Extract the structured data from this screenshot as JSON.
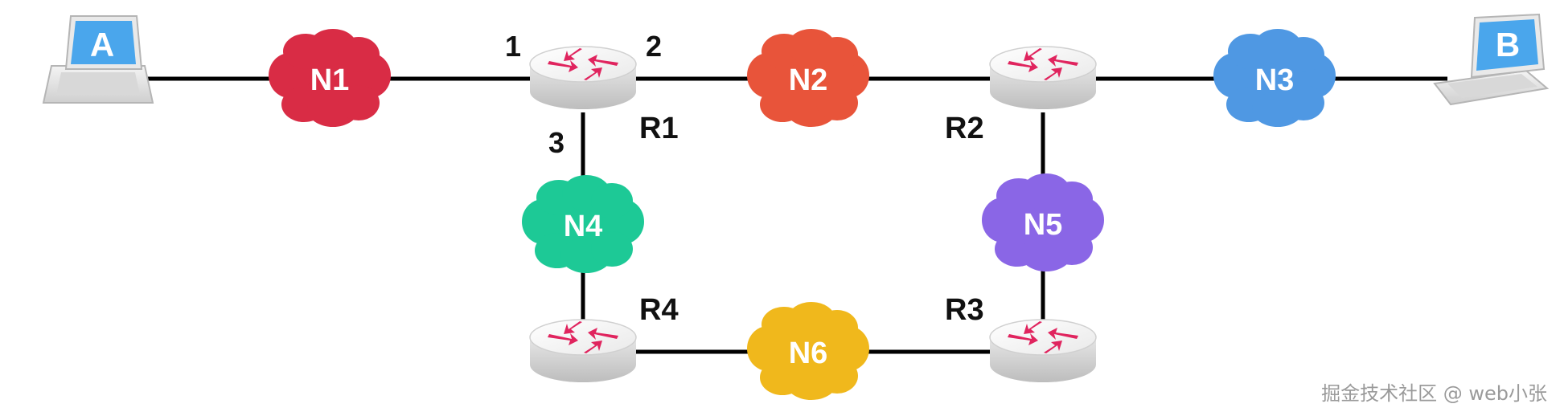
{
  "endpoints": [
    {
      "id": "A",
      "label": "A",
      "screen_color": "#4aa6ec"
    },
    {
      "id": "B",
      "label": "B",
      "screen_color": "#4aa6ec"
    }
  ],
  "networks": [
    {
      "id": "N1",
      "label": "N1",
      "color": "#d92c45"
    },
    {
      "id": "N2",
      "label": "N2",
      "color": "#e8543a"
    },
    {
      "id": "N3",
      "label": "N3",
      "color": "#4f98e3"
    },
    {
      "id": "N4",
      "label": "N4",
      "color": "#1dc996"
    },
    {
      "id": "N5",
      "label": "N5",
      "color": "#8a66e6"
    },
    {
      "id": "N6",
      "label": "N6",
      "color": "#f0b81c"
    }
  ],
  "routers": [
    {
      "id": "R1",
      "label": "R1"
    },
    {
      "id": "R2",
      "label": "R2"
    },
    {
      "id": "R3",
      "label": "R3"
    },
    {
      "id": "R4",
      "label": "R4"
    }
  ],
  "interfaces": [
    {
      "id": "r1-if1",
      "label": "1"
    },
    {
      "id": "r1-if2",
      "label": "2"
    },
    {
      "id": "r1-if3",
      "label": "3"
    }
  ],
  "watermark": "掘金技术社区 @ web小张",
  "colors": {
    "link": "#000000",
    "router_body": "#f2f2f2",
    "router_arrow": "#e0245e",
    "label": "#111111"
  }
}
